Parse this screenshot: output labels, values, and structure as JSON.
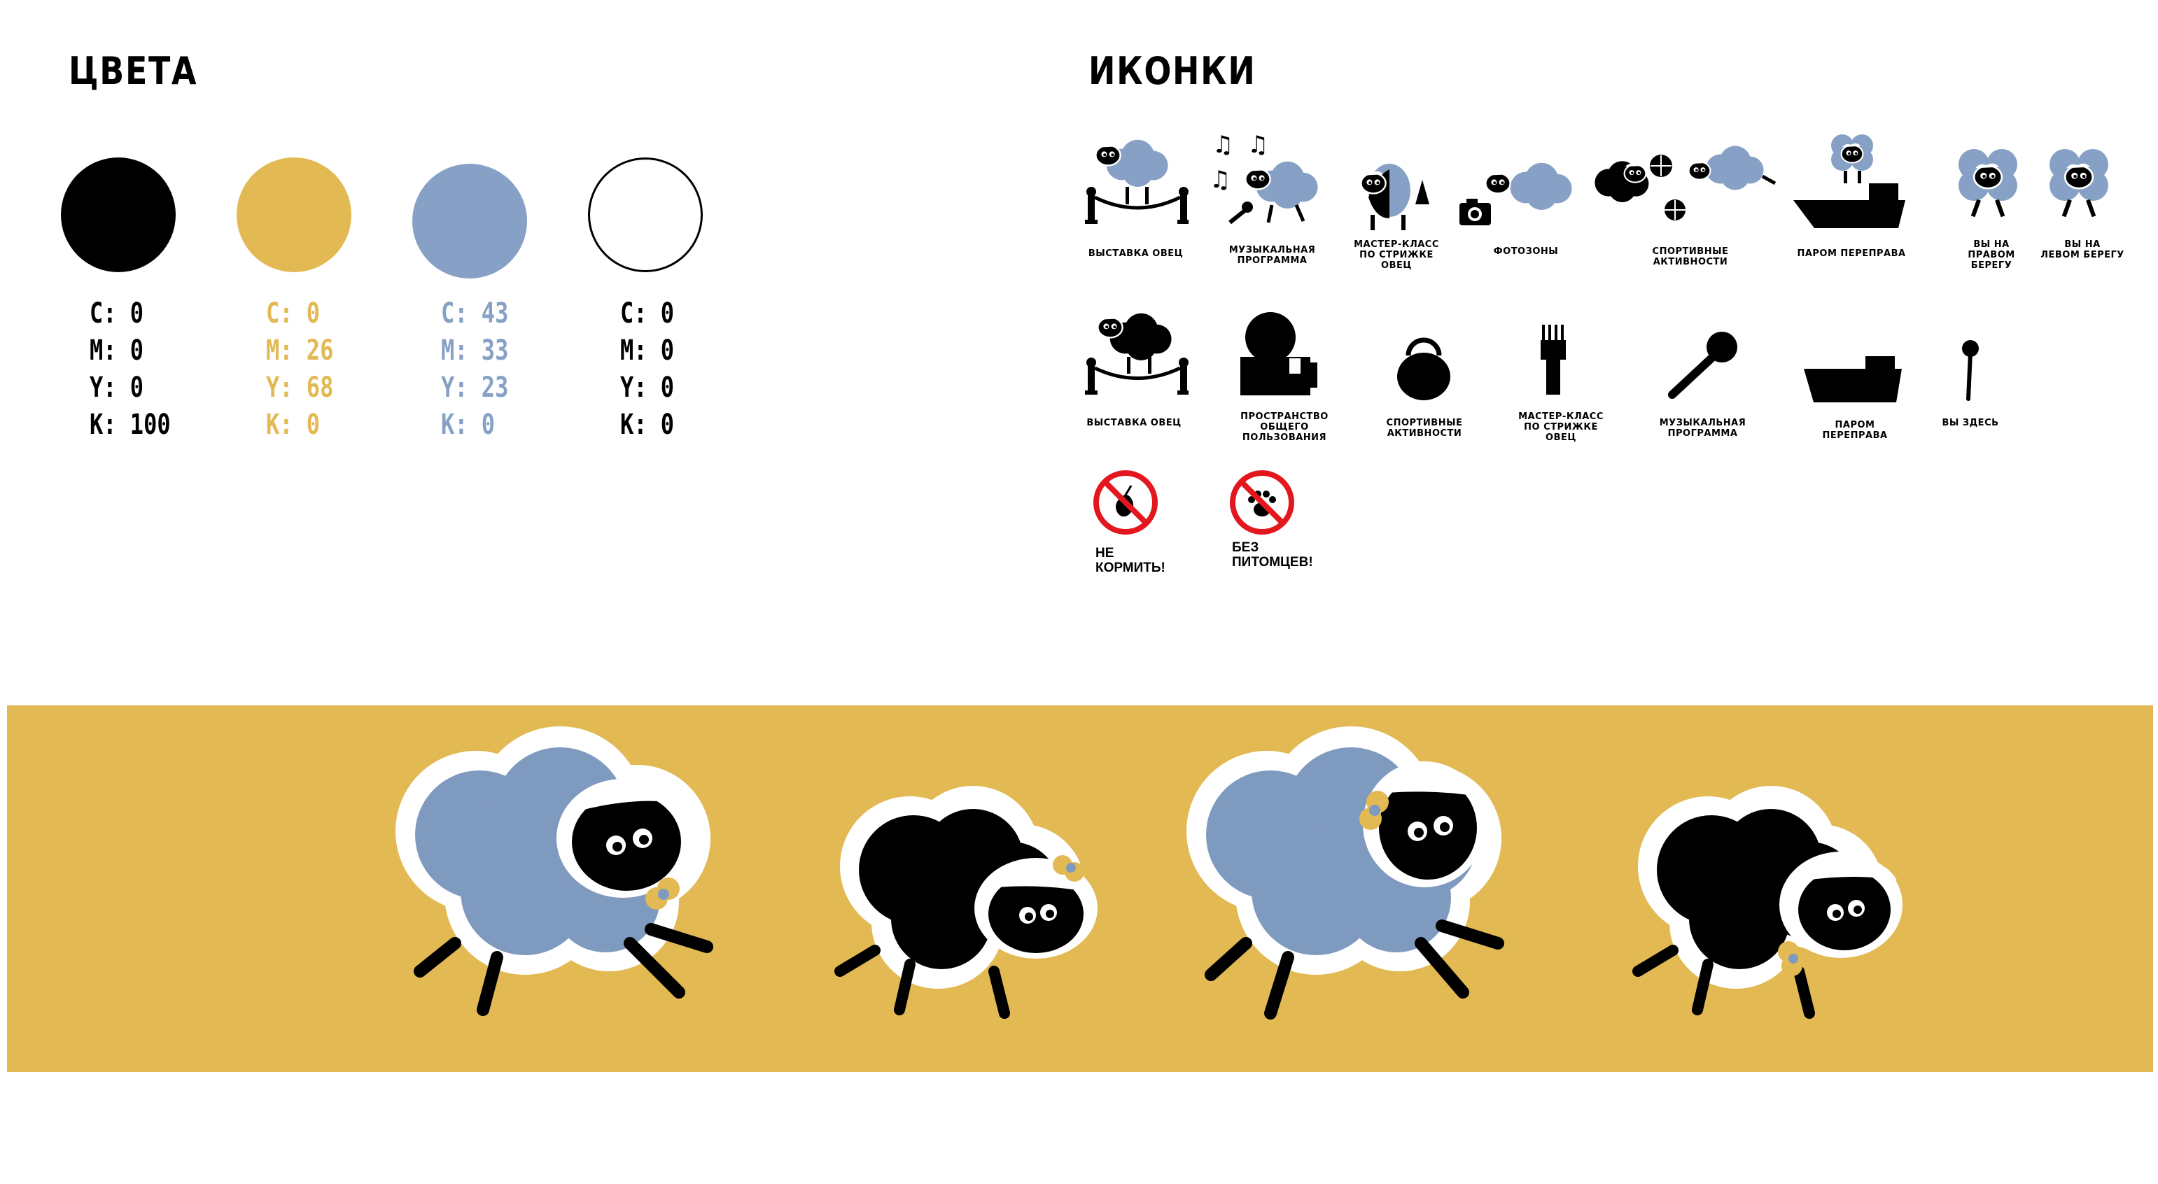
{
  "colors_section": {
    "title": "ЦВЕТА",
    "swatches": [
      {
        "hex": "#000000",
        "label_color": "#000000",
        "c": "C: 0",
        "m": "M: 0",
        "y": "Y: 0",
        "k": "K: 100"
      },
      {
        "hex": "#E2B953",
        "label_color": "#E2B953",
        "c": "C: 0",
        "m": "M: 26",
        "y": "Y: 68",
        "k": "K: 0"
      },
      {
        "hex": "#86A1C5",
        "label_color": "#86A1C5",
        "c": "C: 43",
        "m": "M: 33",
        "y": "Y: 23",
        "k": "K: 0"
      },
      {
        "hex": "#FFFFFF",
        "label_color": "#000000",
        "c": "C: 0",
        "m": "M: 0",
        "y": "Y: 0",
        "k": "K: 0"
      }
    ]
  },
  "icons_section": {
    "title": "ИКОНКИ",
    "row1": [
      {
        "icon": "sheep-exhibition-icon",
        "label": "выставка овец"
      },
      {
        "icon": "music-program-icon",
        "label": "музыкальная программа"
      },
      {
        "icon": "shearing-masterclass-icon",
        "label": "мастер-класс\nпо стрижке овец"
      },
      {
        "icon": "photo-zone-icon",
        "label": "фотозоны"
      },
      {
        "icon": "sports-activities-icon",
        "label": "спортивные активности"
      },
      {
        "icon": "ferry-icon",
        "label": "паром переправа"
      },
      {
        "icon": "right-bank-icon",
        "label": "вы на\nправом берегу"
      },
      {
        "icon": "left-bank-icon",
        "label": "вы на\nлевом берегу"
      }
    ],
    "row2": [
      {
        "icon": "sheep-exhibition-mono-icon",
        "label": "выставка овец"
      },
      {
        "icon": "public-space-icon",
        "label": "пространство\nобщего пользования"
      },
      {
        "icon": "kettlebell-icon",
        "label": "спортивные активности"
      },
      {
        "icon": "shears-icon",
        "label": "мастер-класс\nпо стрижке овец"
      },
      {
        "icon": "microphone-icon",
        "label": "музыкальная программа"
      },
      {
        "icon": "ferry-mono-icon",
        "label": "паром переправа"
      },
      {
        "icon": "you-are-here-icon",
        "label": "вы здесь"
      }
    ],
    "warnings": [
      {
        "icon": "no-feeding-icon",
        "label": "НЕ\nКОРМИТЬ!"
      },
      {
        "icon": "no-pets-icon",
        "label": "БЕЗ\nПИТОМЦЕВ!"
      }
    ]
  },
  "banner": {
    "background": "#E2B953",
    "sheep": [
      "blue-sheep",
      "black-sheep",
      "blue-sheep",
      "black-sheep"
    ]
  }
}
